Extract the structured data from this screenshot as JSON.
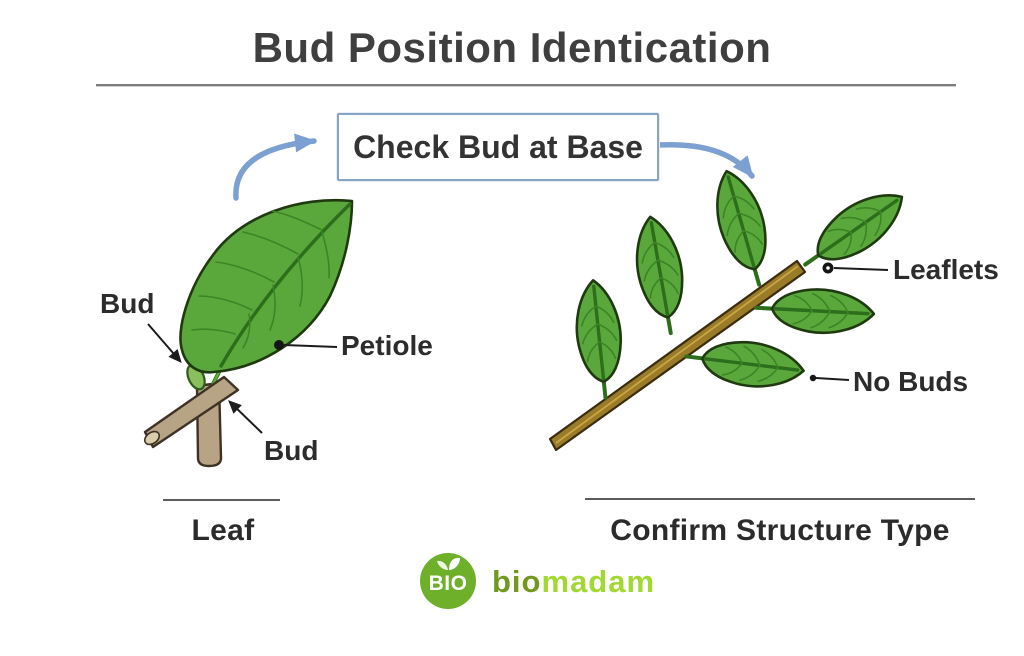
{
  "title": "Bud Position Identication",
  "flow_box": {
    "label": "Check Bud at Base"
  },
  "left_panel": {
    "label_bud_top": "Bud",
    "label_petiole": "Petiole",
    "label_bud_bottom": "Bud",
    "caption": "Leaf"
  },
  "right_panel": {
    "label_leaflets": "Leaflets",
    "label_no_buds": "No Buds",
    "caption": "Confirm Structure Type"
  },
  "logo": {
    "badge": "BIO",
    "name_primary": "bio",
    "name_secondary": "madam"
  },
  "colors": {
    "accent_blue": "#7da0d2",
    "box_border": "#87a3c6",
    "leaf_green": "#5aa83c",
    "vein_green": "#2c6e1b",
    "stem_tan": "#b6a485",
    "branch_brown": "#9a7b2a",
    "logo_green": "#6fb02a",
    "brand_green_dark": "#72991f",
    "brand_green_light": "#a2d832",
    "text_dark": "#3f3f3f"
  }
}
